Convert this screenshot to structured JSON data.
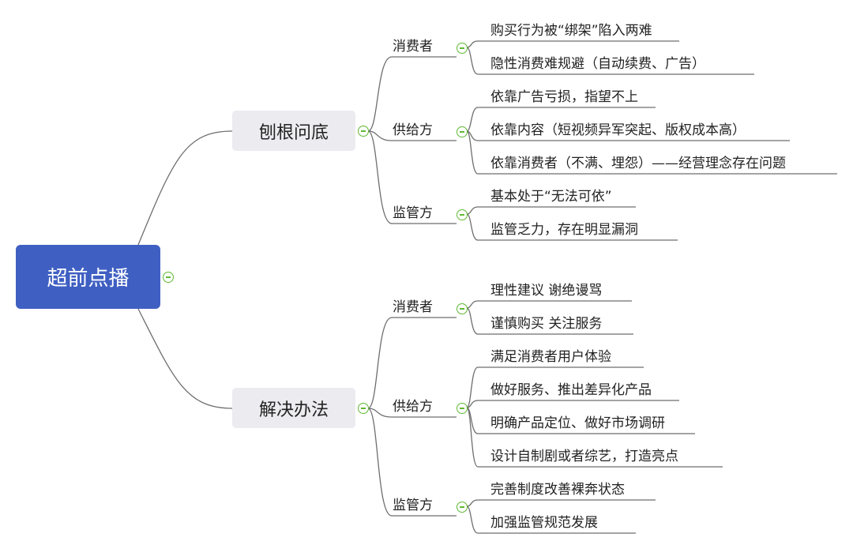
{
  "root": {
    "label": "超前点播"
  },
  "branches": [
    {
      "label": "刨根问底",
      "groups": [
        {
          "label": "消费者",
          "items": [
            "购买行为被“绑架”陷入两难",
            "隐性消费难规避（自动续费、广告）"
          ]
        },
        {
          "label": "供给方",
          "items": [
            "依靠广告亏损，指望不上",
            "依靠内容（短视频异军突起、版权成本高）",
            "依靠消费者（不满、埋怨）——经营理念存在问题"
          ]
        },
        {
          "label": "监管方",
          "items": [
            "基本处于“无法可依”",
            "监管乏力，存在明显漏洞"
          ]
        }
      ]
    },
    {
      "label": "解决办法",
      "groups": [
        {
          "label": "消费者",
          "items": [
            "理性建议 谢绝谩骂",
            "谨慎购买 关注服务"
          ]
        },
        {
          "label": "供给方",
          "items": [
            "满足消费者用户体验",
            "做好服务、推出差异化产品",
            "明确产品定位、做好市场调研",
            "设计自制剧或者综艺，打造亮点"
          ]
        },
        {
          "label": "监管方",
          "items": [
            "完善制度改善裸奔状态",
            "加强监管规范发展"
          ]
        }
      ]
    }
  ],
  "colors": {
    "root": "#3f5fc2",
    "branch_bg": "#ebebf0",
    "toggle": "#5fb832",
    "line": "#6e6e6e"
  },
  "icons": {
    "collapse": "minus-circle-icon"
  }
}
